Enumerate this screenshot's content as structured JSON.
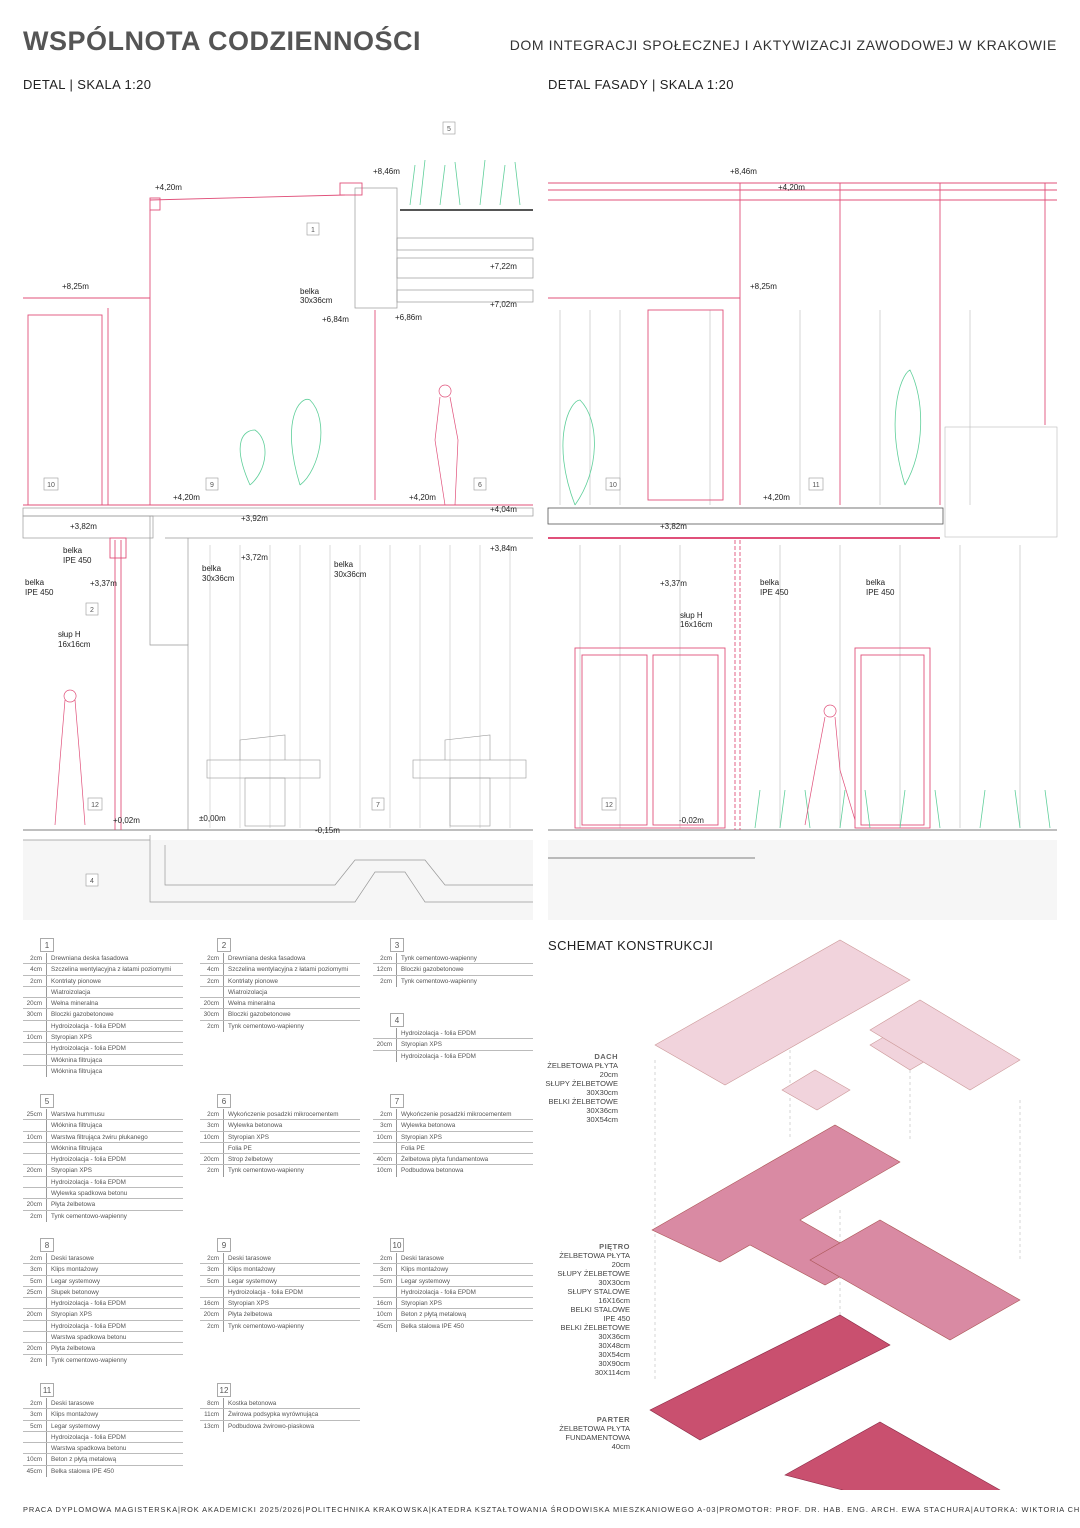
{
  "header": {
    "title": "WSPÓLNOTA CODZIENNOŚCI",
    "subtitle": "DOM INTEGRACJI SPOŁECZNEJ I AKTYWIZACJI ZAWODOWEJ W KRAKOWIE"
  },
  "sections": {
    "detail": "DETAL | SKALA 1:20",
    "facade": "DETAL FASADY | SKALA 1:20",
    "schema": "SCHEMAT KONSTRUKCJI"
  },
  "colors": {
    "accent": "#e0507a",
    "roof": "#f1d3dc",
    "floor": "#d98aa3",
    "ground": "#c9506f",
    "plants": "#5fcf9a"
  },
  "detail_labels": {
    "e420a": "+4,20m",
    "e846": "+8,46m",
    "e825": "+8,25m",
    "e722": "+7,22m",
    "e702": "+7,02m",
    "e684": "+6,84m",
    "e686": "+6,86m",
    "belka1a": "belka",
    "belka1b": "30x36cm",
    "e420b": "+4,20m",
    "e420c": "+4,20m",
    "e404": "+4,04m",
    "e382": "+3,82m",
    "e392": "+3,92m",
    "e372": "+3,72m",
    "e384": "+3,84m",
    "ipe1a": "belka",
    "ipe1b": "IPE 450",
    "b2a": "belka",
    "b2b": "30x36cm",
    "b3a": "belka",
    "b3b": "30x36cm",
    "ipe2a": "belka",
    "ipe2b": "IPE 450",
    "e337": "+3,37m",
    "slupa": "słup H",
    "slupb": "16x16cm",
    "e002": "+0,02m",
    "e000": "±0,00m",
    "e015": "-0,15m",
    "n5": "5",
    "n1": "1",
    "n10": "10",
    "n9": "9",
    "n6": "6",
    "n2": "2",
    "n12": "12",
    "n7": "7",
    "n4": "4"
  },
  "facade_labels": {
    "e846": "+8,46m",
    "e420a": "+4,20m",
    "e825": "+8,25m",
    "n10": "10",
    "e420b": "+4,20m",
    "n11": "11",
    "e382": "+3,82m",
    "e337": "+3,37m",
    "ipe1a": "belka",
    "ipe1b": "IPE 450",
    "ipe2a": "belka",
    "ipe2b": "IPE 450",
    "slupa": "słup H",
    "slupb": "16x16cm",
    "n12": "12",
    "e002": "-0,02m"
  },
  "legend": [
    {
      "id": "1",
      "rows": [
        [
          "2cm",
          "Drewniana deska fasadowa"
        ],
        [
          "4cm",
          "Szczelina wentylacyjna z łatami poziomymi"
        ],
        [
          "2cm",
          "Kontrłaty pionowe"
        ],
        [
          "",
          "Wiatroizolacja"
        ],
        [
          "20cm",
          "Wełna mineralna"
        ],
        [
          "30cm",
          "Bloczki gazobetonowe"
        ],
        [
          "",
          "Hydroizolacja - folia EPDM"
        ],
        [
          "10cm",
          "Styropian XPS"
        ],
        [
          "",
          "Hydroizolacja - folia EPDM"
        ],
        [
          "",
          "Włóknina filtrująca"
        ],
        [
          "",
          "Włóknina filtrująca"
        ]
      ]
    },
    {
      "id": "2",
      "rows": [
        [
          "2cm",
          "Drewniana deska fasadowa"
        ],
        [
          "4cm",
          "Szczelina wentylacyjna z łatami poziomymi"
        ],
        [
          "2cm",
          "Kontrłaty pionowe"
        ],
        [
          "",
          "Wiatroizolacja"
        ],
        [
          "20cm",
          "Wełna mineralna"
        ],
        [
          "30cm",
          "Bloczki gazobetonowe"
        ],
        [
          "2cm",
          "Tynk cementowo-wapienny"
        ]
      ]
    },
    {
      "id": "3",
      "rows": [
        [
          "2cm",
          "Tynk cementowo-wapienny"
        ],
        [
          "12cm",
          "Bloczki gazobetonowe"
        ],
        [
          "2cm",
          "Tynk cementowo-wapienny"
        ]
      ]
    },
    {
      "id": "4",
      "rows": [
        [
          "",
          "Hydroizolacja - folia EPDM"
        ],
        [
          "20cm",
          "Styropian XPS"
        ],
        [
          "",
          "Hydroizolacja - folia EPDM"
        ]
      ]
    },
    {
      "id": "5",
      "rows": [
        [
          "25cm",
          "Warstwa hummusu"
        ],
        [
          "",
          "Włóknina filtrująca"
        ],
        [
          "10cm",
          "Warstwa filtrująca żwiru płukanego"
        ],
        [
          "",
          "Włóknina filtrująca"
        ],
        [
          "",
          "Hydroizolacja - folia EPDM"
        ],
        [
          "20cm",
          "Styropian XPS"
        ],
        [
          "",
          "Hydroizolacja - folia EPDM"
        ],
        [
          "",
          "Wylewka spadkowa betonu"
        ],
        [
          "20cm",
          "Płyta żelbetowa"
        ],
        [
          "2cm",
          "Tynk cementowo-wapienny"
        ]
      ]
    },
    {
      "id": "6",
      "rows": [
        [
          "2cm",
          "Wykończenie posadzki mikrocementem"
        ],
        [
          "3cm",
          "Wylewka betonowa"
        ],
        [
          "10cm",
          "Styropian XPS"
        ],
        [
          "",
          "Folia PE"
        ],
        [
          "20cm",
          "Strop żelbetowy"
        ],
        [
          "2cm",
          "Tynk cementowo-wapienny"
        ]
      ]
    },
    {
      "id": "7",
      "rows": [
        [
          "2cm",
          "Wykończenie posadzki mikrocementem"
        ],
        [
          "3cm",
          "Wylewka betonowa"
        ],
        [
          "10cm",
          "Styropian XPS"
        ],
        [
          "",
          "Folia PE"
        ],
        [
          "40cm",
          "Żelbetowa płyta fundamentowa"
        ],
        [
          "10cm",
          "Podbudowa betonowa"
        ]
      ]
    },
    {
      "id": "8",
      "rows": [
        [
          "2cm",
          "Deski tarasowe"
        ],
        [
          "3cm",
          "Klips montażowy"
        ],
        [
          "5cm",
          "Legar systemowy"
        ],
        [
          "25cm",
          "Słupek betonowy"
        ],
        [
          "",
          "Hydroizolacja - folia EPDM"
        ],
        [
          "20cm",
          "Styropian XPS"
        ],
        [
          "",
          "Hydroizolacja - folia EPDM"
        ],
        [
          "",
          "Warstwa spadkowa betonu"
        ],
        [
          "20cm",
          "Płyta żelbetowa"
        ],
        [
          "2cm",
          "Tynk cementowo-wapienny"
        ]
      ]
    },
    {
      "id": "9",
      "rows": [
        [
          "2cm",
          "Deski tarasowe"
        ],
        [
          "3cm",
          "Klips montażowy"
        ],
        [
          "5cm",
          "Legar systemowy"
        ],
        [
          "",
          "Hydroizolacja - folia EPDM"
        ],
        [
          "16cm",
          "Styropian XPS"
        ],
        [
          "20cm",
          "Płyta żelbetowa"
        ],
        [
          "2cm",
          "Tynk cementowo-wapienny"
        ]
      ]
    },
    {
      "id": "10",
      "rows": [
        [
          "2cm",
          "Deski tarasowe"
        ],
        [
          "3cm",
          "Klips montażowy"
        ],
        [
          "5cm",
          "Legar systemowy"
        ],
        [
          "",
          "Hydroizolacja - folia EPDM"
        ],
        [
          "16cm",
          "Styropian XPS"
        ],
        [
          "10cm",
          "Beton z płytą metalową"
        ],
        [
          "45cm",
          "Belka stalowa IPE 450"
        ]
      ]
    },
    {
      "id": "11",
      "rows": [
        [
          "2cm",
          "Deski tarasowe"
        ],
        [
          "3cm",
          "Klips montażowy"
        ],
        [
          "5cm",
          "Legar systemowy"
        ],
        [
          "",
          "Hydroizolacja - folia EPDM"
        ],
        [
          "",
          "Warstwa spadkowa betonu"
        ],
        [
          "10cm",
          "Beton z płytą metalową"
        ],
        [
          "45cm",
          "Belka stalowa IPE 450"
        ]
      ]
    },
    {
      "id": "12",
      "rows": [
        [
          "8cm",
          "Kostka betonowa"
        ],
        [
          "11cm",
          "Żwirowa podsypka wyrównująca"
        ],
        [
          "13cm",
          "Podbudowa żwirowo-piaskowa"
        ]
      ]
    }
  ],
  "schema": {
    "dach": {
      "title": "DACH",
      "lines": [
        "ŻELBETOWA PŁYTA",
        "20cm",
        "SŁUPY ŻELBETOWE",
        "30X30cm",
        "BELKI ŻELBETOWE",
        "30X36cm",
        "30X54cm"
      ]
    },
    "pietro": {
      "title": "PIĘTRO",
      "lines": [
        "ŻELBETOWA PŁYTA",
        "20cm",
        "SŁUPY ŻELBETOWE",
        "30X30cm",
        "SŁUPY STALOWE",
        "16X16cm",
        "BELKI STALOWE",
        "IPE 450",
        "BELKI ŻELBETOWE",
        "30X36cm",
        "30X48cm",
        "30X54cm",
        "30X90cm",
        "30X114cm"
      ]
    },
    "parter": {
      "title": "PARTER",
      "lines": [
        "ŻELBETOWA PŁYTA",
        "FUNDAMENTOWA",
        "40cm"
      ]
    }
  },
  "footer": [
    "PRACA DYPLOMOWA MAGISTERSKA",
    "|",
    "ROK AKADEMICKI 2025/2026",
    "|",
    "POLITECHNIKA KRAKOWSKA",
    "|",
    "KATEDRA KSZTAŁTOWANIA ŚRODOWISKA MIESZKANIOWEGO A-03",
    "|",
    "PROMOTOR: PROF. DR. HAB. ENG. ARCH. EWA STACHURA",
    "|",
    "AUTORKA: WIKTORIA CHRUSTEK"
  ]
}
